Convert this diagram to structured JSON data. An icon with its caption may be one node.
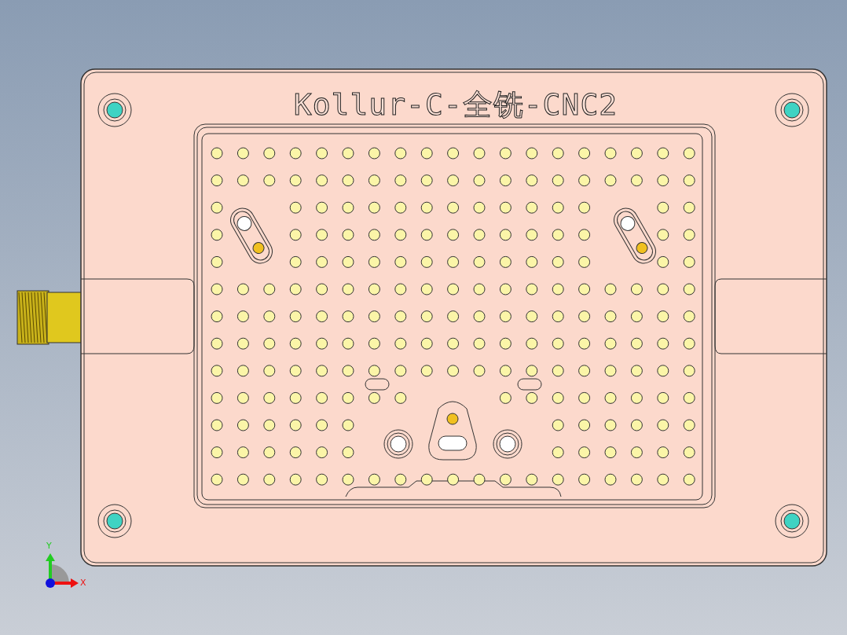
{
  "diagram": {
    "labels": [
      "Kollur-C-全铣-CNC2",
      "Y",
      "X"
    ]
  }
}
